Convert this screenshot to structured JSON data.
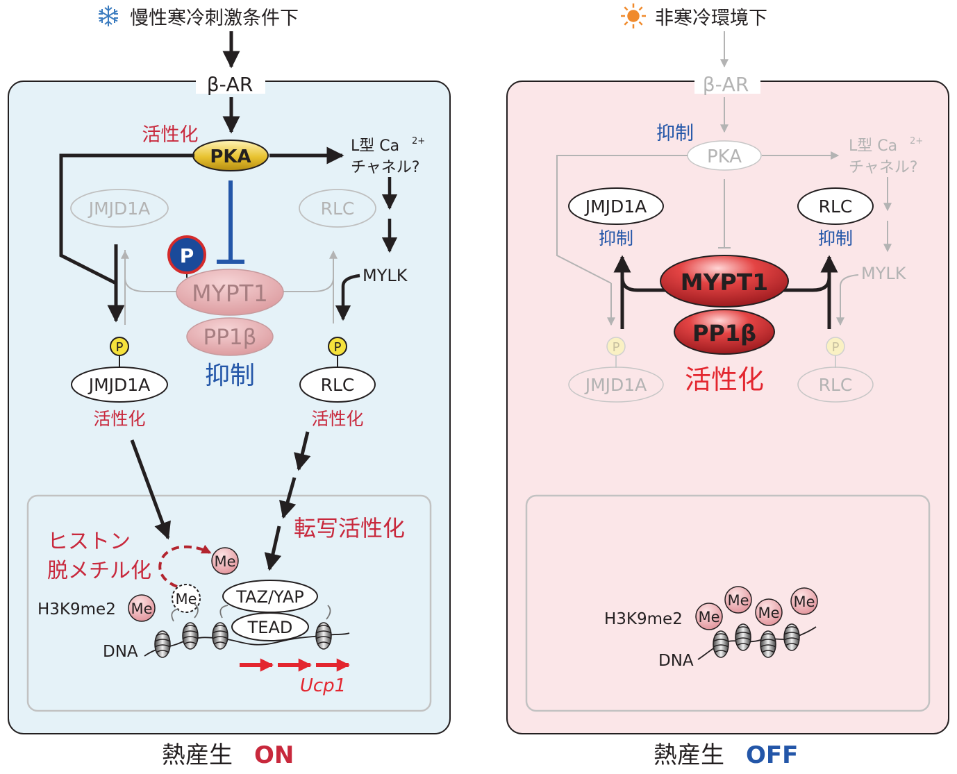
{
  "colors": {
    "red": "#c8283c",
    "blue": "#2356a8",
    "grey": "#b3b3b3",
    "black": "#231f20",
    "panel_left_bg": "#e5f2f8",
    "panel_right_bg": "#fbe6e8",
    "arrow_red": "#e3262f"
  },
  "left": {
    "condition_icon": "snowflake-icon",
    "condition": "慢性寒冷刺激条件下",
    "beta_ar": "β-AR",
    "pka": "PKA",
    "pka_status": "活性化",
    "ca_channel_line1": "L型 Ca",
    "ca_channel_sup": "2+",
    "ca_channel_line2": "チャネル?",
    "jmjd1a_top": "JMJD1A",
    "rlc_top": "RLC",
    "mylk": "MYLK",
    "p_badge": "P",
    "mypt1": "MYPT1",
    "pp1b": "PP1β",
    "complex_status": "抑制",
    "phospho": "P",
    "jmjd1a": "JMJD1A",
    "jmjd1a_status": "活性化",
    "rlc": "RLC",
    "rlc_status": "活性化",
    "histone_line1": "ヒストン",
    "histone_line2": "脱メチル化",
    "transcription": "転写活性化",
    "me": "Me",
    "h3k9": "H3K9me2",
    "taz_yap": "TAZ/YAP",
    "tead": "TEAD",
    "dna": "DNA",
    "ucp1": "Ucp1",
    "thermo_label": "熱産生",
    "thermo_state": "ON"
  },
  "right": {
    "condition_icon": "sun-icon",
    "condition": "非寒冷環境下",
    "beta_ar": "β-AR",
    "pka": "PKA",
    "pka_status": "抑制",
    "ca_channel_line1": "L型 Ca",
    "ca_channel_sup": "2+",
    "ca_channel_line2": "チャネル?",
    "jmjd1a_top": "JMJD1A",
    "jmjd1a_top_status": "抑制",
    "rlc_top": "RLC",
    "rlc_top_status": "抑制",
    "mylk": "MYLK",
    "mypt1": "MYPT1",
    "pp1b": "PP1β",
    "complex_status": "活性化",
    "phospho": "P",
    "jmjd1a": "JMJD1A",
    "rlc": "RLC",
    "me": "Me",
    "h3k9": "H3K9me2",
    "dna": "DNA",
    "thermo_label": "熱産生",
    "thermo_state": "OFF"
  }
}
